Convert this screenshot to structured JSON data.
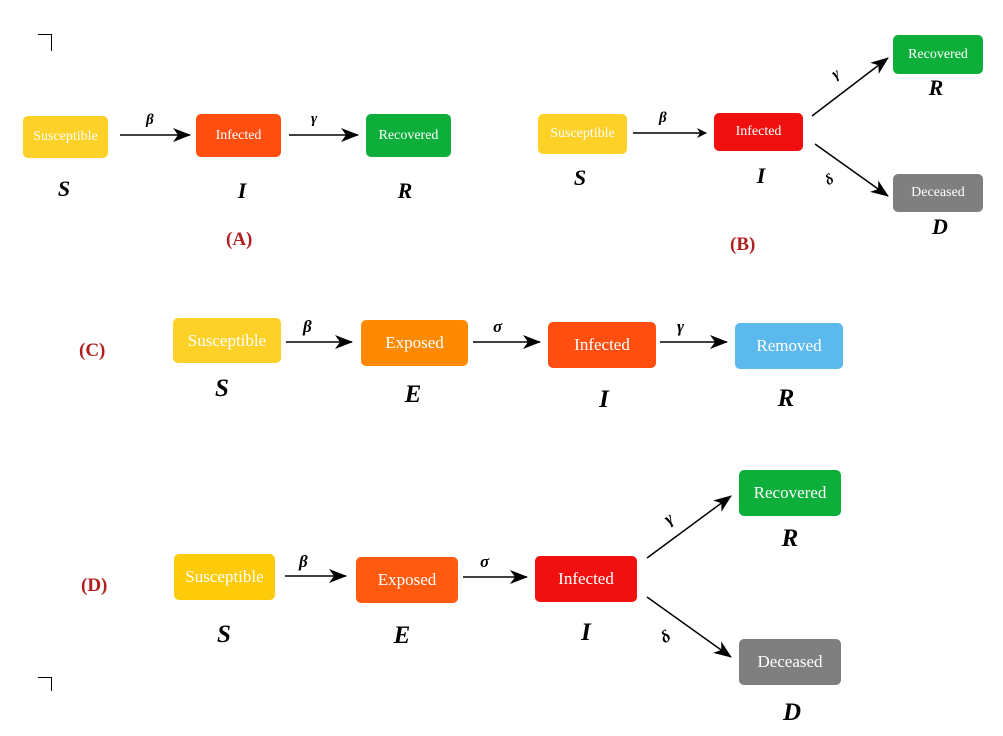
{
  "colors": {
    "susceptible": "#FDD128",
    "susceptible_alt": "#FDCB0A",
    "exposed_c": "#FF8A00",
    "exposed_d": "#FF5A10",
    "infected_orange": "#FF4E10",
    "infected_red": "#F01010",
    "recovered": "#0DAF3A",
    "removed": "#5BB9EE",
    "deceased": "#7F7F7F",
    "panel_label": "#B02020"
  },
  "panels": {
    "A": {
      "label": "(A)",
      "susceptible": "Susceptible",
      "infected": "Infected",
      "recovered": "Recovered",
      "sym_s": "S",
      "sym_i": "I",
      "sym_r": "R",
      "beta": "β",
      "gamma": "γ"
    },
    "B": {
      "label": "(B)",
      "susceptible": "Susceptible",
      "infected": "Infected",
      "recovered": "Recovered",
      "deceased": "Deceased",
      "sym_s": "S",
      "sym_i": "I",
      "sym_r": "R",
      "sym_d": "D",
      "beta": "β",
      "gamma": "γ",
      "delta": "δ"
    },
    "C": {
      "label": "(C)",
      "susceptible": "Susceptible",
      "exposed": "Exposed",
      "infected": "Infected",
      "removed": "Removed",
      "sym_s": "S",
      "sym_e": "E",
      "sym_i": "I",
      "sym_r": "R",
      "beta": "β",
      "sigma": "σ",
      "gamma": "γ"
    },
    "D": {
      "label": "(D)",
      "susceptible": "Susceptible",
      "exposed": "Exposed",
      "infected": "Infected",
      "recovered": "Recovered",
      "deceased": "Deceased",
      "sym_s": "S",
      "sym_e": "E",
      "sym_i": "I",
      "sym_r": "R",
      "sym_d": "D",
      "beta": "β",
      "sigma": "σ",
      "gamma": "γ",
      "delta": "δ"
    }
  }
}
